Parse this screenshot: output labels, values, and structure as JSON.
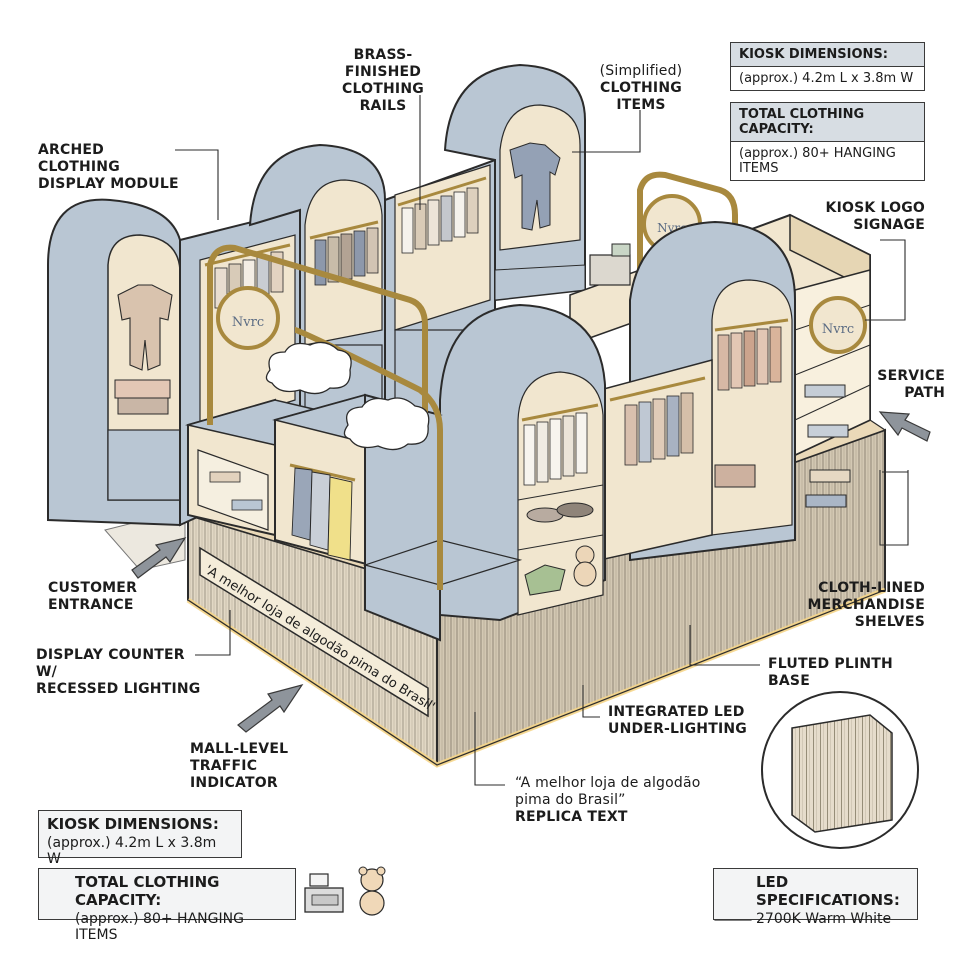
{
  "callouts": {
    "rails": [
      "BRASS-FINISHED",
      "CLOTHING RAILS"
    ],
    "items": [
      "(Simplified)",
      "CLOTHING",
      "ITEMS"
    ],
    "arched": [
      "ARCHED CLOTHING",
      "DISPLAY MODULE"
    ],
    "logo": [
      "KIOSK LOGO",
      "SIGNAGE"
    ],
    "service": [
      "SERVICE",
      "PATH"
    ],
    "entrance": [
      "CUSTOMER",
      "ENTRANCE"
    ],
    "counter": [
      "DISPLAY COUNTER W/",
      "RECESSED LIGHTING"
    ],
    "shelves": [
      "CLOTH-LINED",
      "MERCHANDISE",
      "SHELVES"
    ],
    "plinth": [
      "FLUTED PLINTH BASE"
    ],
    "led": [
      "INTEGRATED LED",
      "UNDER-LIGHTING"
    ],
    "traffic": [
      "MALL-LEVEL",
      "TRAFFIC INDICATOR"
    ],
    "replica": [
      "“A melhor loja de algodão",
      "pima do Brasil”",
      "REPLICA TEXT"
    ]
  },
  "banner_text": "'A melhor loja de algodão pima do Brasil'",
  "logo_text": "Nvrc",
  "spec_boxes": {
    "top_dims": {
      "title": "KIOSK DIMENSIONS:",
      "value": "(approx.) 4.2m L x 3.8m W"
    },
    "top_capacity": {
      "title": "TOTAL CLOTHING CAPACITY:",
      "value": "(approx.) 80+ HANGING ITEMS"
    },
    "bottom_dims": {
      "title": "KIOSK DIMENSIONS:",
      "value": "(approx.) 4.2m L x 3.8m W"
    },
    "bottom_capacity": {
      "title": "TOTAL CLOTHING CAPACITY:",
      "value": "(approx.) 80+ HANGING ITEMS"
    },
    "led_spec": {
      "title": "LED SPECIFICATIONS:",
      "value": "2700K Warm White"
    }
  },
  "colors": {
    "arch": "#b9c6d3",
    "interior": "#f1e6cf",
    "brass": "#a8893e",
    "plinth": "#d9cfbd",
    "header_fill": "#d7dde3"
  },
  "icons": [
    "hanger-box-icon",
    "cash-register-icon",
    "teddy-bear-icon",
    "lightbulb-icon"
  ]
}
